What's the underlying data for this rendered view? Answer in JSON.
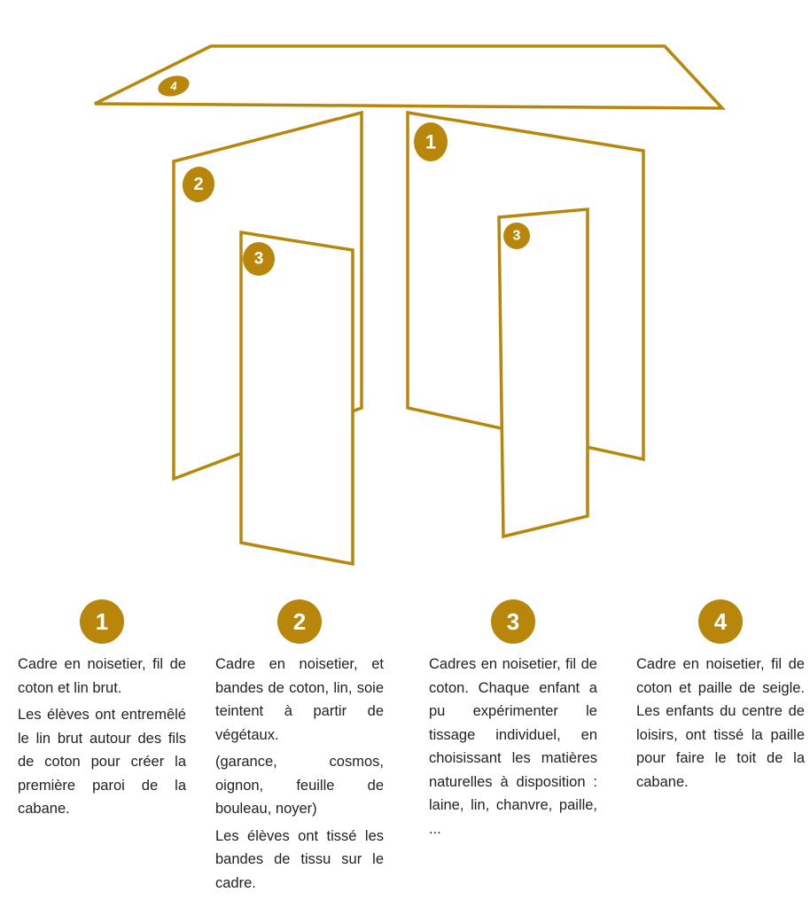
{
  "colors": {
    "accent": "#b8860b",
    "text": "#222222",
    "background": "#ffffff"
  },
  "diagram": {
    "markers": [
      {
        "id": "roof",
        "label": "4"
      },
      {
        "id": "panel-right",
        "label": "1"
      },
      {
        "id": "panel-left",
        "label": "2"
      },
      {
        "id": "door-left",
        "label": "3"
      },
      {
        "id": "door-right",
        "label": "3"
      }
    ]
  },
  "legend": [
    {
      "number": "1",
      "paragraphs": [
        "Cadre en noisetier, fil de coton et lin brut.",
        "Les élèves ont entremêlé le lin brut autour des fils de coton pour créer la première paroi de la cabane."
      ]
    },
    {
      "number": "2",
      "paragraphs": [
        "Cadre en noisetier, et bandes de coton, lin, soie teintent à partir de végétaux.",
        "(garance, cosmos, oignon, feuille de bouleau, noyer)",
        "Les élèves ont tissé les bandes de tissu sur le cadre."
      ]
    },
    {
      "number": "3",
      "paragraphs": [
        "Cadres en noisetier, fil de coton. Chaque enfant a pu expérimenter le tissage individuel, en choisissant les matières naturelles à disposition : laine, lin, chanvre, paille, ..."
      ]
    },
    {
      "number": "4",
      "paragraphs": [
        "Cadre en noisetier, fil de coton et paille de seigle. Les enfants du centre de loisirs, ont tissé la paille pour faire le toit de la cabane."
      ]
    }
  ]
}
